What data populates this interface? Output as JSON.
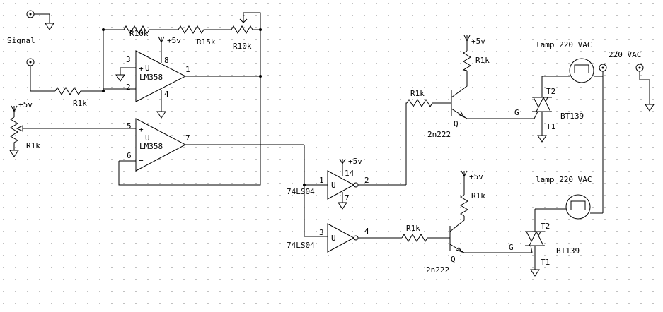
{
  "labels": {
    "signal": "Signal",
    "r_in": "R1k",
    "r_fb1": "R10k",
    "r_fb2": "R15k",
    "r_fb3": "R10k",
    "pot": "R1k",
    "vcc": "+5v",
    "u1_name": "U",
    "u1_part": "LM358",
    "u2_name": "U",
    "u2_part": "LM358",
    "pin3": "3",
    "pin2": "2",
    "pin1": "1",
    "pin8": "8",
    "pin4": "4",
    "pin5": "5",
    "pin6": "6",
    "pin7": "7",
    "plus": "+",
    "minus": "−",
    "inv1_part": "74LS04",
    "inv1_name": "U",
    "inv1_in": "1",
    "inv1_out": "2",
    "inv1_vcc_pin": "14",
    "inv1_gnd_pin": "7",
    "inv2_part": "74LS04",
    "inv2_name": "U",
    "inv2_in": "3",
    "inv2_out": "4",
    "r_base1": "R1k",
    "r_base2": "R1k",
    "r_pull1": "R1k",
    "r_pull2": "R1k",
    "q1_name": "Q",
    "q1_part": "2n222",
    "q2_name": "Q",
    "q2_part": "2n222",
    "triac1_part": "BT139",
    "triac2_part": "BT139",
    "t1": "T1",
    "t2": "T2",
    "g": "G",
    "lamp1": "lamp 220 VAC",
    "lamp2": "lamp 220 VAC",
    "ac": "220 VAC"
  }
}
